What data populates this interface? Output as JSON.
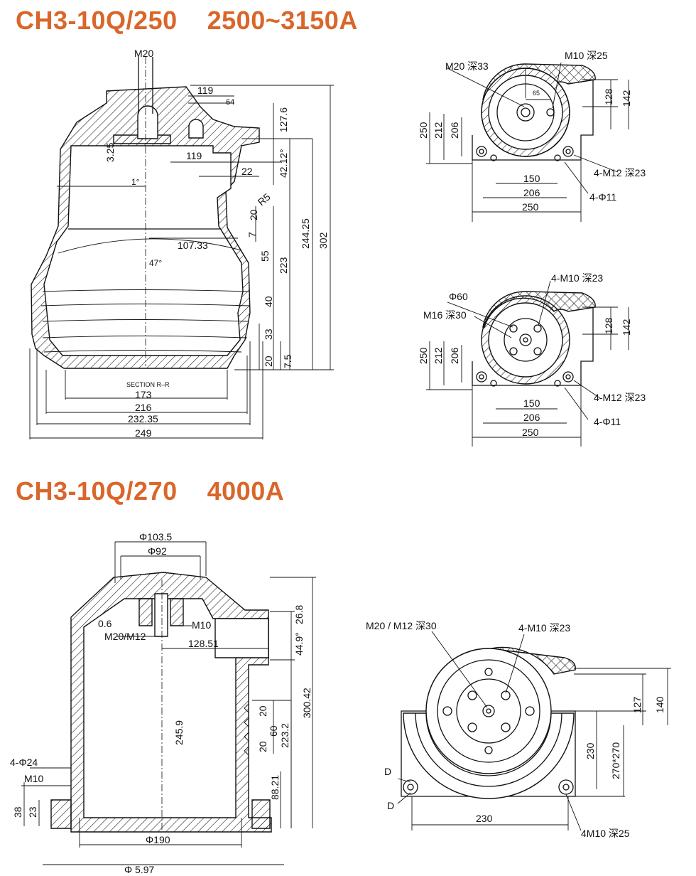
{
  "titles": {
    "top": "CH3-10Q/250    2500~3150A",
    "bottom": "CH3-10Q/270    4000A"
  },
  "colors": {
    "title": "#d9662a",
    "line": "#111111"
  },
  "top_section": {
    "labels": {
      "m20": "M20",
      "d119a": "119",
      "d64": "64",
      "d3_25": "3.25",
      "d119b": "119",
      "d1deg": "1°",
      "d22": "22",
      "d42": "42.12°",
      "d127": "127.6",
      "dR5": "R5",
      "d20a": "20",
      "d7": "7",
      "d107": "107.33",
      "d47": "47°",
      "d55": "55",
      "d223": "223",
      "d244": "244.25",
      "d302": "302",
      "d40": "40",
      "d33": "33",
      "d20b": "20",
      "d7_5": "7.5",
      "section": "SECTION R–R",
      "d173": "173",
      "d216": "216",
      "d232": "232.35",
      "d249": "249"
    },
    "view_a": {
      "m20": "M20 深33",
      "m10": "M10 深25",
      "d65": "65",
      "d250v": "250",
      "d212": "212",
      "d206v": "206",
      "d128": "128",
      "d142": "142",
      "d150": "150",
      "d206": "206",
      "d250": "250",
      "m12": "4-M12 深23",
      "phi11": "4-Φ11"
    },
    "view_b": {
      "m10": "4-M10 深23",
      "phi60": "Φ60",
      "m16": "M16 深30",
      "d250v": "250",
      "d212": "212",
      "d206v": "206",
      "d128": "128",
      "d142": "142",
      "d150": "150",
      "d206": "206",
      "d250": "250",
      "m12": "4-M12 深23",
      "phi11": "4-Φ11"
    }
  },
  "bottom_section": {
    "labels": {
      "phi103": "Φ103.5",
      "phi92": "Φ92",
      "d0_6": "0.6",
      "m10": "M10",
      "m20m12": "M20/M12",
      "d128": "128.51",
      "d26": "26.8",
      "d44": "44.9°",
      "d300": "300.42",
      "d245": "245.9",
      "d20a": "20",
      "d60": "60",
      "d20b": "20",
      "d223": "223.2",
      "d88": "88.21",
      "phi24": "4-Φ24",
      "m10b": "M10",
      "d38": "38",
      "d23": "23",
      "phi190": "Φ190",
      "dcut": "Φ 5.97"
    },
    "view": {
      "m20": "M20 / M12 深30",
      "m10": "4-M10 深23",
      "d127": "127",
      "d140": "140",
      "d230v": "230",
      "d270": "270*270",
      "dD1": "D",
      "dD2": "D",
      "d230": "230",
      "m10b": "4M10 深25"
    }
  }
}
